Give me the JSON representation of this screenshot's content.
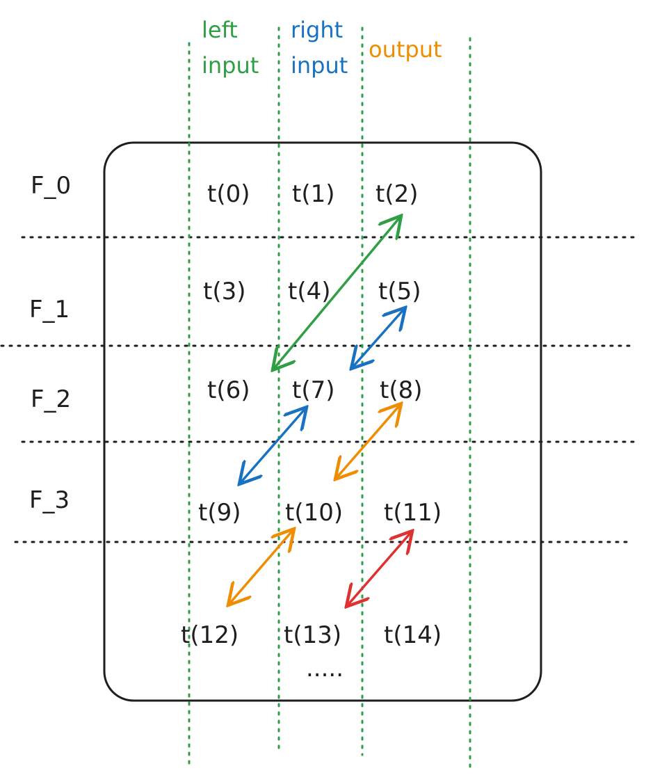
{
  "column_headers": {
    "left_line1": "left",
    "left_line2": "input",
    "right_line1": "right",
    "right_line2": "input",
    "output": "output"
  },
  "row_labels": [
    "F_0",
    "F_1",
    "F_2",
    "F_3"
  ],
  "cells": [
    [
      "t(0)",
      "t(1)",
      "t(2)"
    ],
    [
      "t(3)",
      "t(4)",
      "t(5)"
    ],
    [
      "t(6)",
      "t(7)",
      "t(8)"
    ],
    [
      "t(9)",
      "t(10)",
      "t(11)"
    ],
    [
      "t(12)",
      "t(13)",
      "t(14)"
    ]
  ],
  "ellipsis": ".....",
  "colors": {
    "green": "#2f9e44",
    "blue": "#1971c2",
    "orange": "#f08c00",
    "red": "#e03131",
    "ink": "#1e1e1e"
  },
  "arrows": [
    {
      "from": "t(2)",
      "to": "t(6)",
      "color": "green"
    },
    {
      "from": "t(5)",
      "to": "t(7)",
      "color": "blue"
    },
    {
      "from": "t(7)",
      "to": "t(9)",
      "color": "blue"
    },
    {
      "from": "t(8)",
      "to": "t(10)",
      "color": "orange"
    },
    {
      "from": "t(10)",
      "to": "t(12)",
      "color": "orange"
    },
    {
      "from": "t(11)",
      "to": "t(13)",
      "color": "red"
    }
  ]
}
